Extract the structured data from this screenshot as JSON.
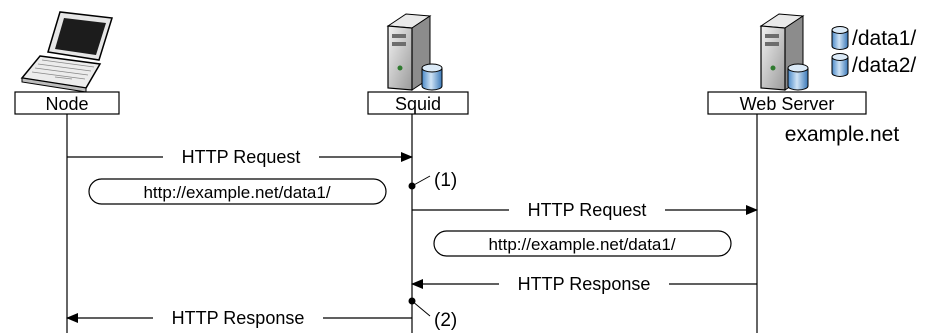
{
  "participants": {
    "node": "Node",
    "squid": "Squid",
    "webserver": "Web Server",
    "webserver_host": "example.net"
  },
  "storage": {
    "dir1": "/data1/",
    "dir2": "/data2/"
  },
  "messages": {
    "req1": "HTTP Request",
    "url1": "http://example.net/data1/",
    "req2": "HTTP Request",
    "url2": "http://example.net/data1/",
    "resp1": "HTTP Response",
    "resp2": "HTTP Response"
  },
  "points": {
    "p1": "(1)",
    "p2": "(2)"
  }
}
